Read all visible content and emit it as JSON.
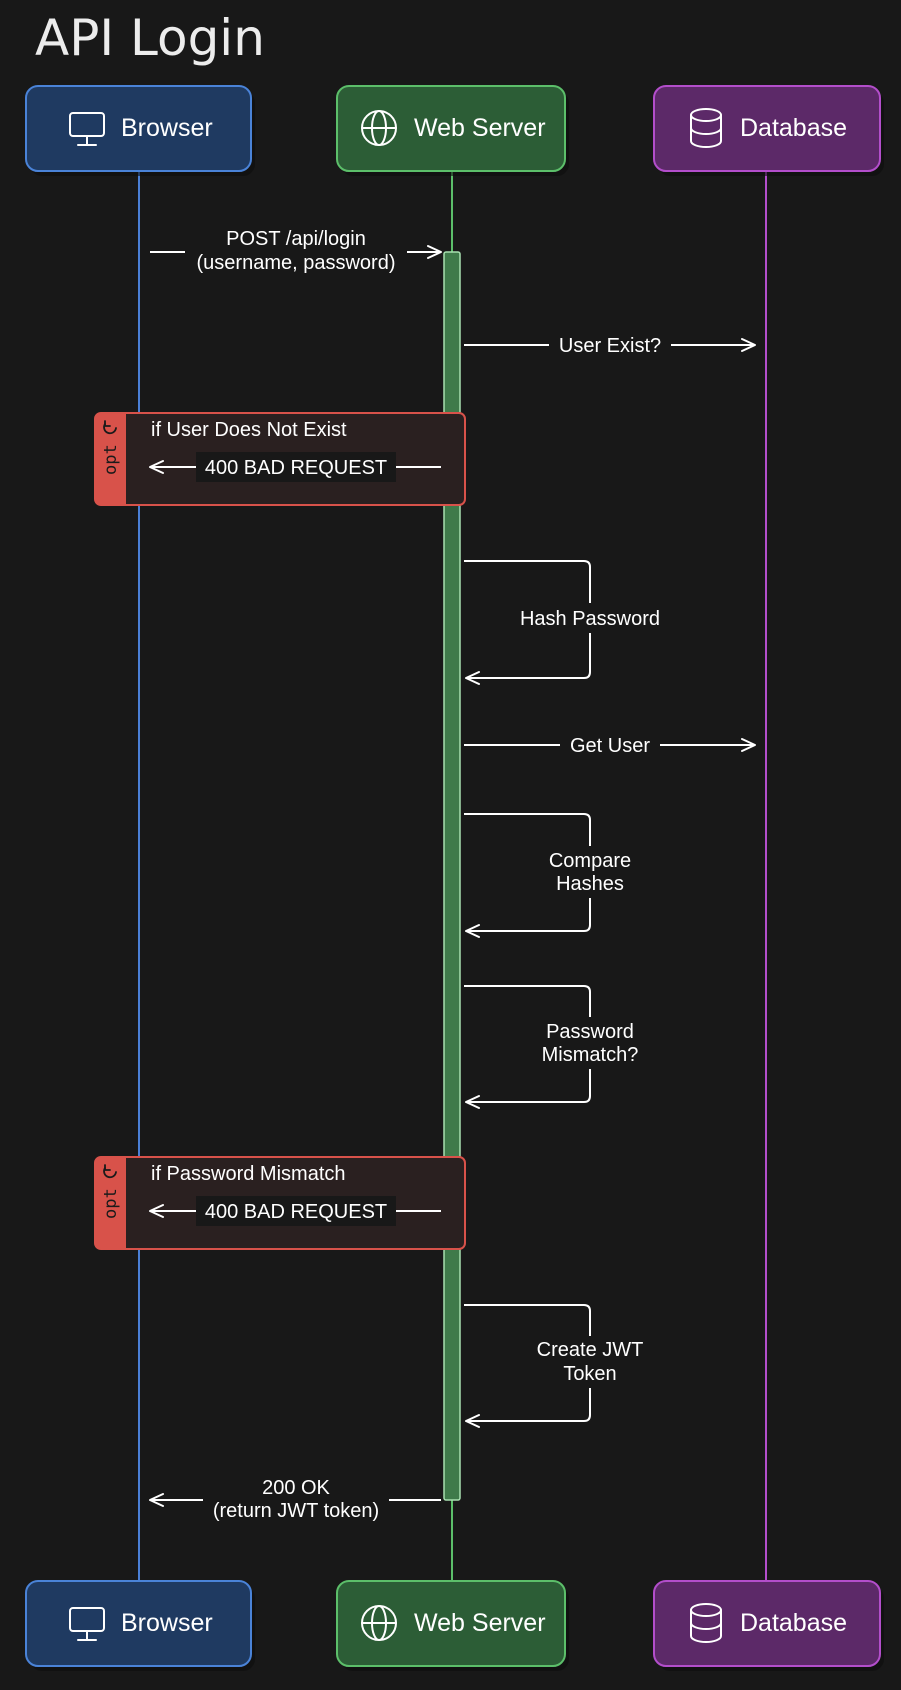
{
  "title": "API Login",
  "actors": {
    "browser": {
      "label": "Browser",
      "icon": "monitor-icon",
      "fill": "#1f3a61",
      "stroke": "#4a83d8",
      "line": "#4a7fd6"
    },
    "server": {
      "label": "Web Server",
      "icon": "globe-icon",
      "fill": "#2c5d36",
      "stroke": "#5cbf6a",
      "line": "#5cbf6a"
    },
    "database": {
      "label": "Database",
      "icon": "database-icon",
      "fill": "#5c2968",
      "stroke": "#b34ecb",
      "line": "#b34ecb"
    }
  },
  "messages": [
    {
      "lines": [
        "POST /api/login",
        "(username, password)"
      ],
      "from": "browser",
      "to": "server"
    },
    {
      "lines": [
        "User Exist?"
      ],
      "from": "server",
      "to": "database"
    },
    {
      "lines": [
        "400 BAD REQUEST"
      ],
      "from": "server",
      "to": "browser"
    },
    {
      "lines": [
        "Hash Password"
      ],
      "from": "server",
      "to": "server"
    },
    {
      "lines": [
        "Get User"
      ],
      "from": "server",
      "to": "database"
    },
    {
      "lines": [
        "Compare",
        "Hashes"
      ],
      "from": "server",
      "to": "server"
    },
    {
      "lines": [
        "Password",
        "Mismatch?"
      ],
      "from": "server",
      "to": "server"
    },
    {
      "lines": [
        "400 BAD REQUEST"
      ],
      "from": "server",
      "to": "browser"
    },
    {
      "lines": [
        "Create JWT",
        "Token"
      ],
      "from": "server",
      "to": "server"
    },
    {
      "lines": [
        "200 OK",
        "(return JWT token)"
      ],
      "from": "server",
      "to": "browser"
    }
  ],
  "fragments": [
    {
      "tag": "opt",
      "condition": "if User Does Not Exist"
    },
    {
      "tag": "opt",
      "condition": "if Password Mismatch"
    }
  ],
  "colors": {
    "background": "#181818",
    "arrow": "#ffffff",
    "fragment_stroke": "#d8524a",
    "fragment_fill": "#2a2020",
    "activation_fill": "#3f7a4a",
    "activation_stroke": "#a8e0b0"
  }
}
